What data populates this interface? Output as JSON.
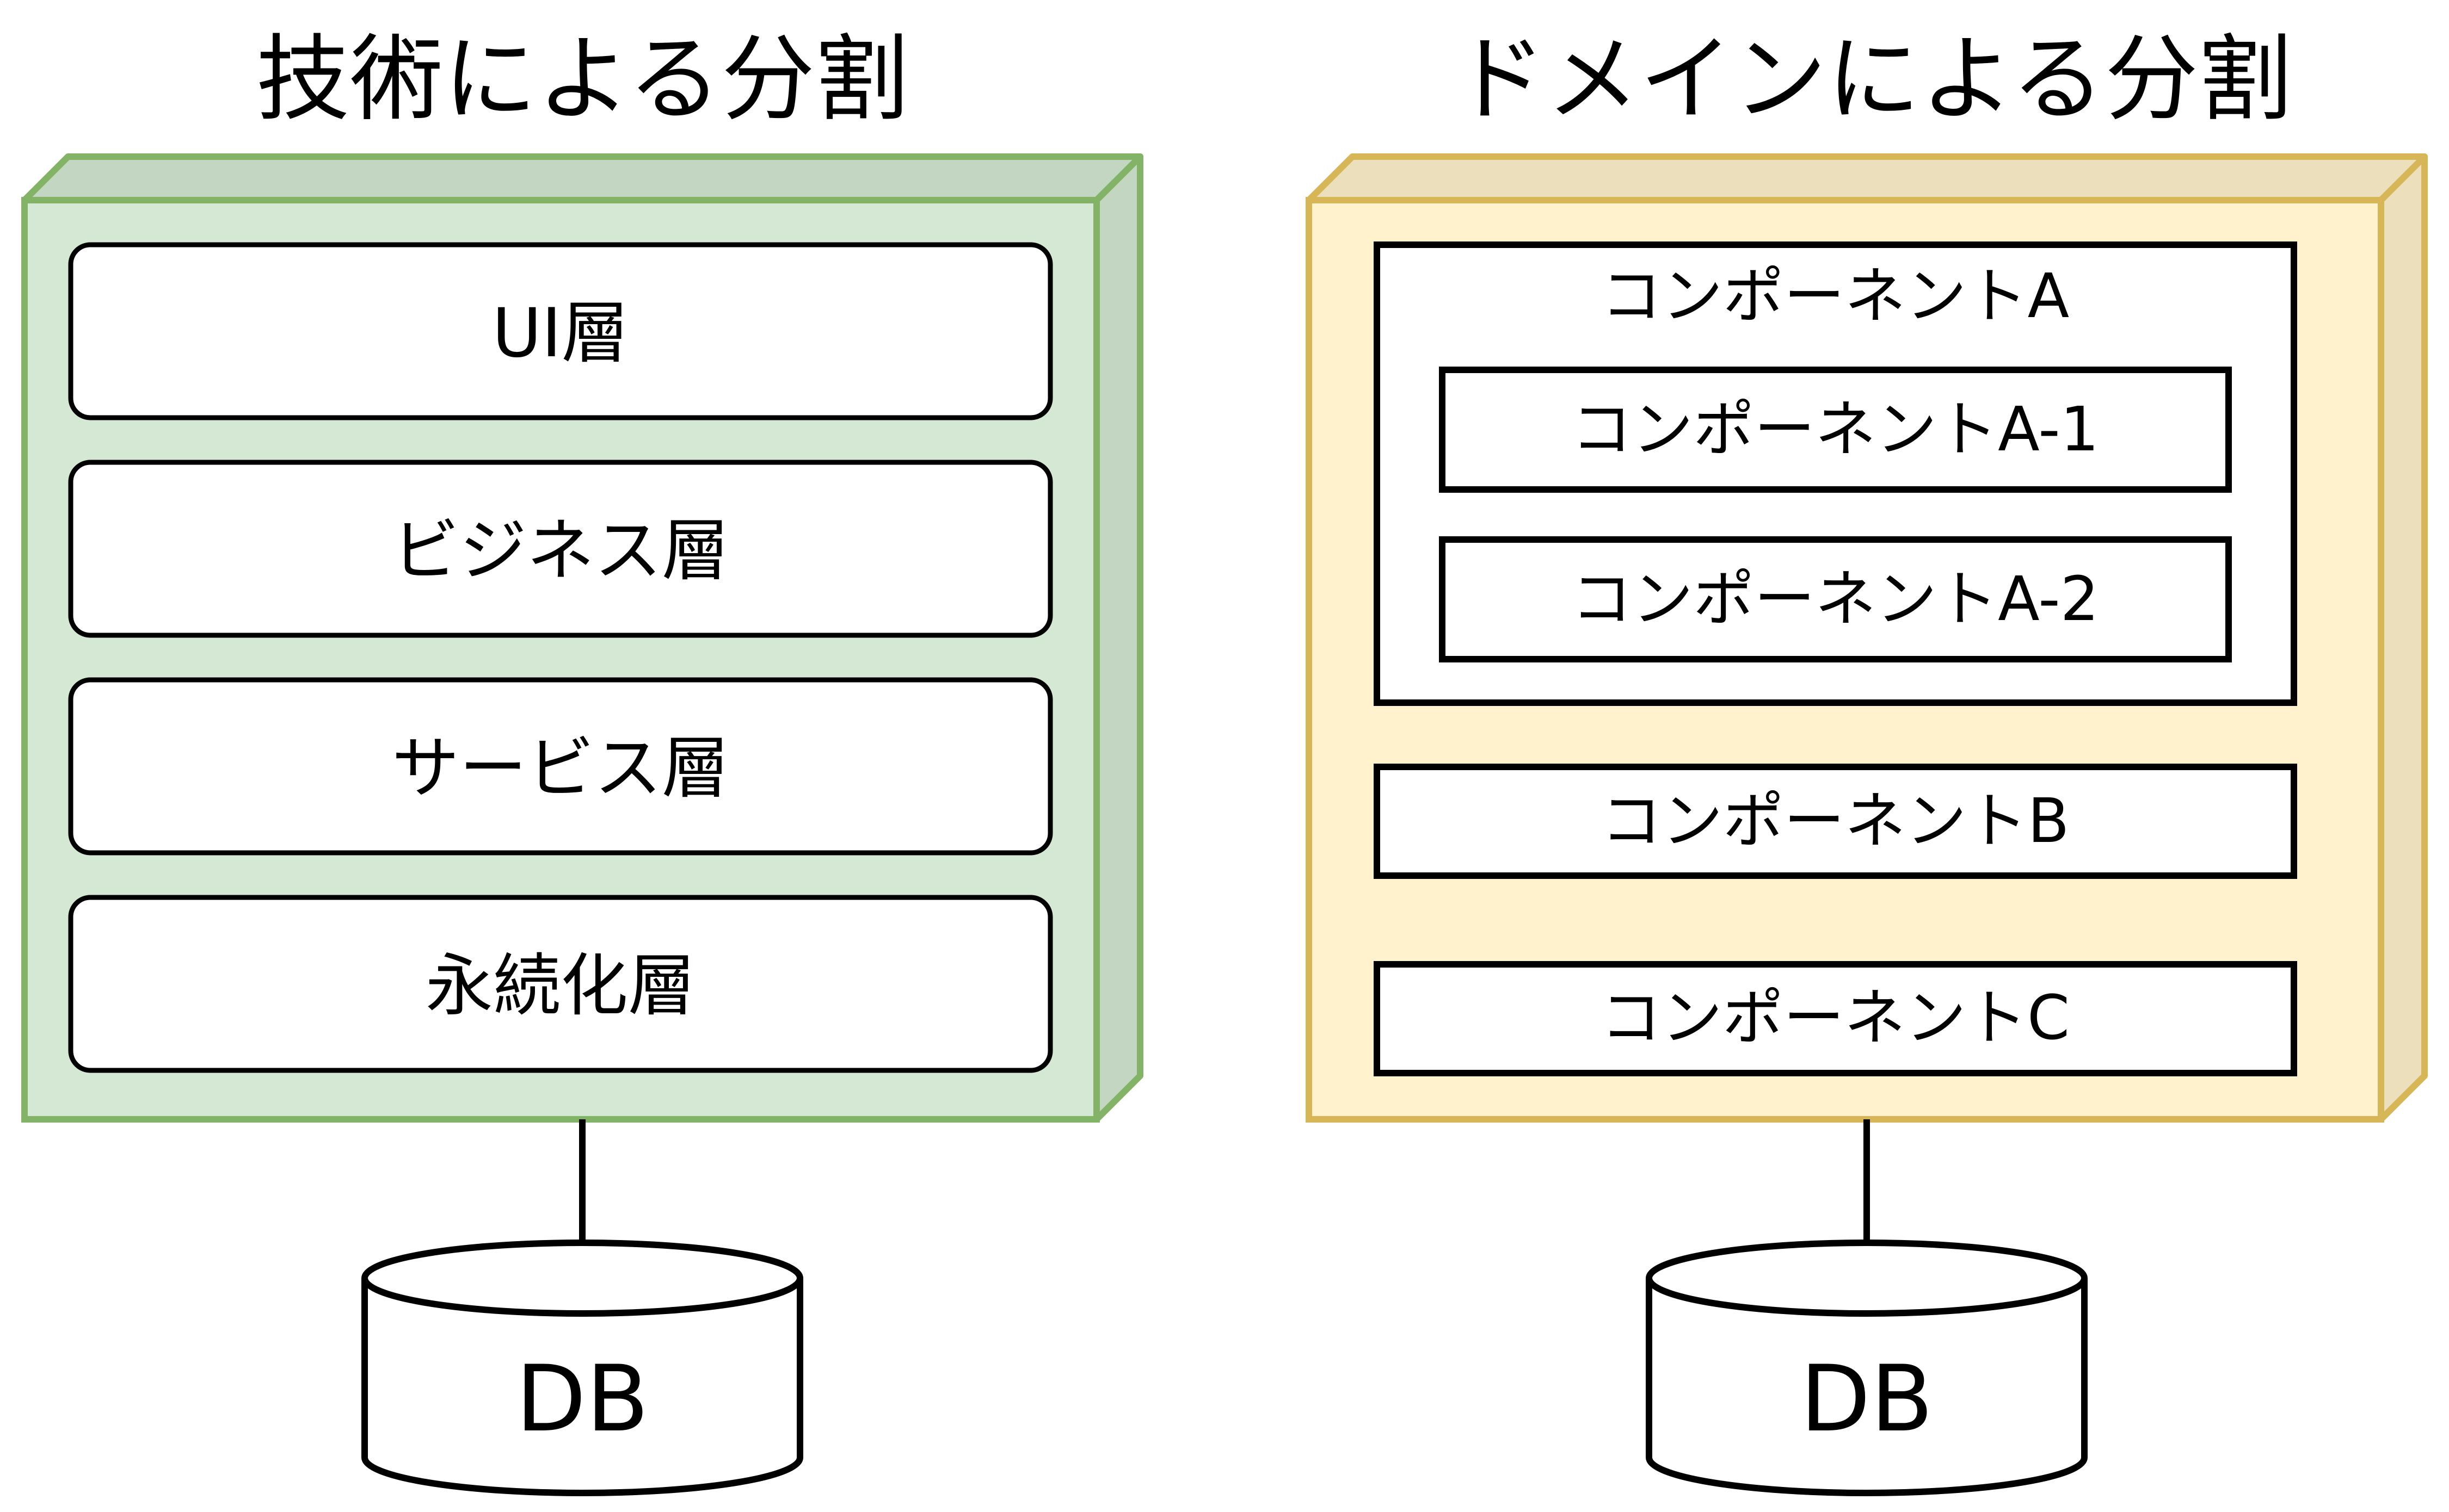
{
  "colors": {
    "technical_front": "#d5e8d4",
    "technical_side": "#c3d6c2",
    "technical_stroke": "#82b366",
    "domain_front": "#fff2cc",
    "domain_side": "#ecdfbb",
    "domain_stroke": "#d6b656",
    "line": "#000000",
    "box_fill": "#ffffff"
  },
  "technical": {
    "title": "技術による分割",
    "layers": [
      "UI層",
      "ビジネス層",
      "サービス層",
      "永続化層"
    ],
    "db_label": "DB"
  },
  "domain": {
    "title": "ドメインによる分割",
    "component_a": {
      "label": "コンポーネントA",
      "children": [
        "コンポーネントA-1",
        "コンポーネントA-2"
      ]
    },
    "component_b": "コンポーネントB",
    "component_c": "コンポーネントC",
    "db_label": "DB"
  }
}
